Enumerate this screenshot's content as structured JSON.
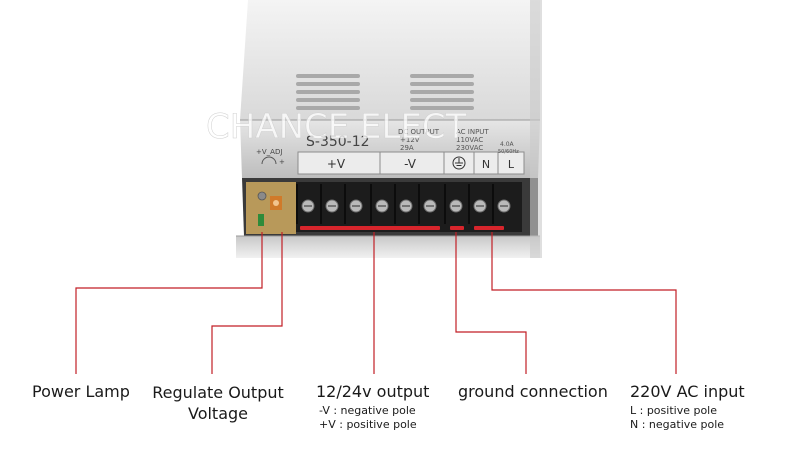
{
  "watermark": "CHANCE ELECT",
  "psu": {
    "model": "S-350-12",
    "dc_output_lines": [
      "DC OUTPUT",
      "+12V",
      "29A"
    ],
    "ac_input_lines": [
      "AC INPUT",
      "110VAC",
      "230VAC"
    ],
    "ac_rating": [
      "4.0A",
      "50/60Hz"
    ],
    "adj_label": "+V_ADJ",
    "terminal_plus_v": "+V",
    "terminal_minus_v": "-V",
    "terminal_n": "N",
    "terminal_l": "L"
  },
  "callouts": [
    {
      "label": "Power Lamp",
      "notes": []
    },
    {
      "label": "Regulate Output\nVoltage",
      "notes": []
    },
    {
      "label": "12/24v output",
      "notes": [
        "-V : negative pole",
        "+V : positive pole"
      ]
    },
    {
      "label": "ground connection",
      "notes": []
    },
    {
      "label": "220V AC input",
      "notes": [
        "L : positive pole",
        "N : negative pole"
      ]
    }
  ],
  "colors": {
    "leader_line": "#c21f26",
    "marker": "#d8252c",
    "case": "#d4d4d4",
    "terminal": "#1c1c1c",
    "pcb": "#b8995a"
  }
}
